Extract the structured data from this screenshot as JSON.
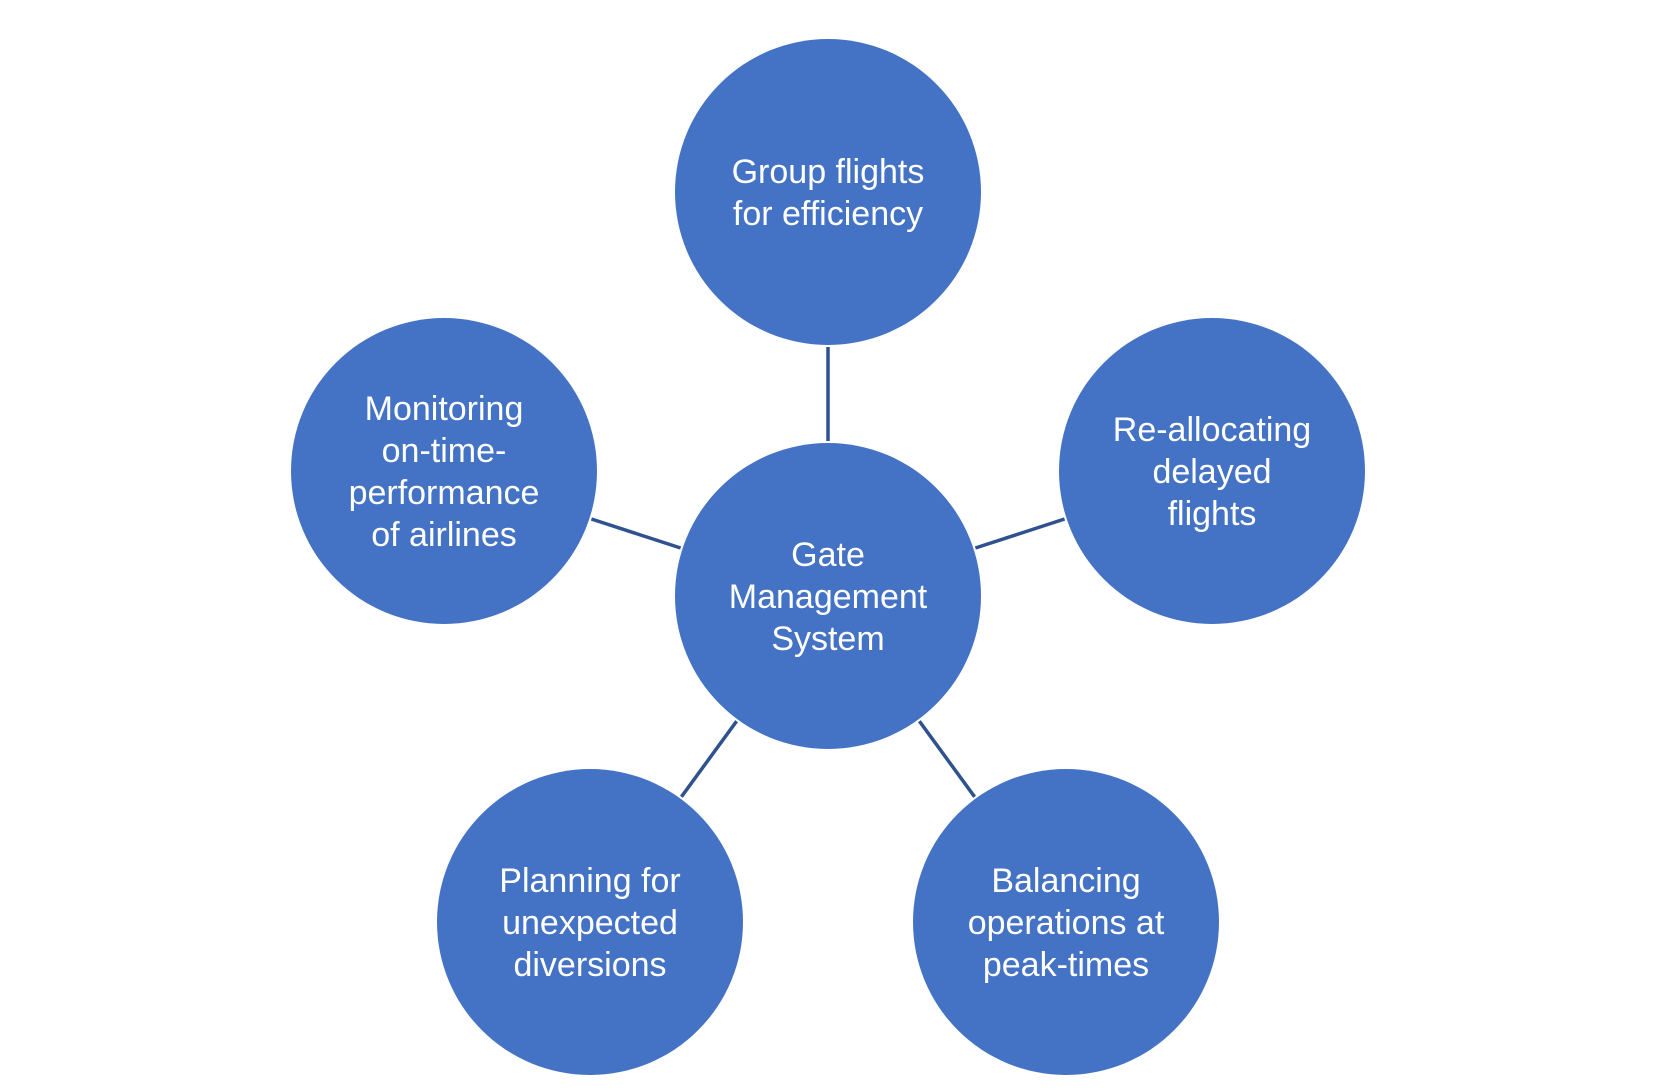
{
  "diagram": {
    "center": {
      "name": "center-node",
      "lines": [
        "Gate",
        "Management",
        "System"
      ]
    },
    "nodes": [
      {
        "name": "node-group-flights",
        "lines": [
          "Group flights",
          "for efficiency"
        ]
      },
      {
        "name": "node-reallocating",
        "lines": [
          "Re-allocating",
          "delayed",
          "flights"
        ]
      },
      {
        "name": "node-balancing",
        "lines": [
          "Balancing",
          "operations at",
          "peak-times"
        ]
      },
      {
        "name": "node-planning",
        "lines": [
          "Planning for",
          "unexpected",
          "diversions"
        ]
      },
      {
        "name": "node-monitoring",
        "lines": [
          "Monitoring",
          "on-time-",
          "performance",
          "of airlines"
        ]
      }
    ],
    "colors": {
      "node_fill": "#4472C4",
      "connector": "#2F528F",
      "text": "#FFFFFF"
    }
  }
}
